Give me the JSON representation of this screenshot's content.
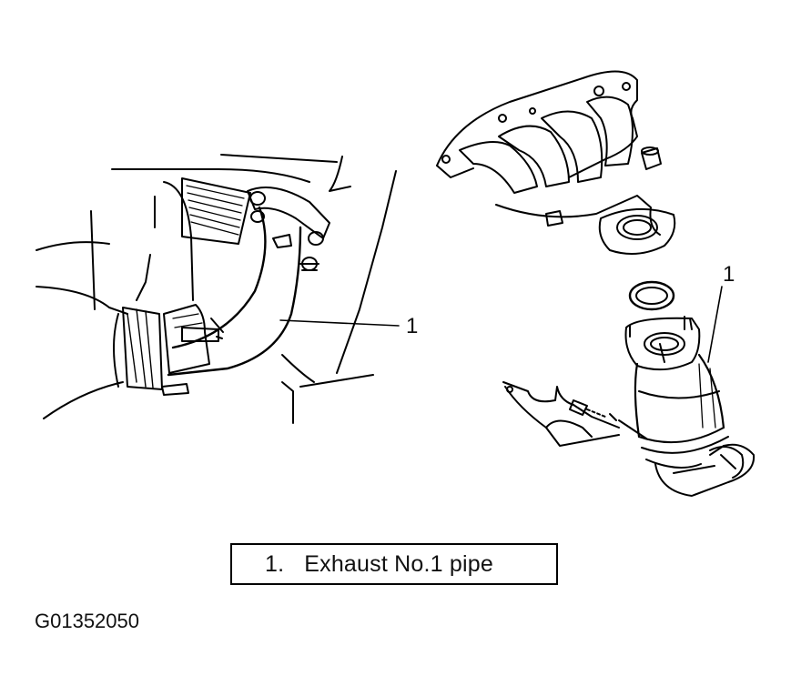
{
  "callouts": {
    "left": "1",
    "right": "1"
  },
  "legend": {
    "number": "1.",
    "text": "Exhaust No.1 pipe"
  },
  "figure_id": "G01352050"
}
